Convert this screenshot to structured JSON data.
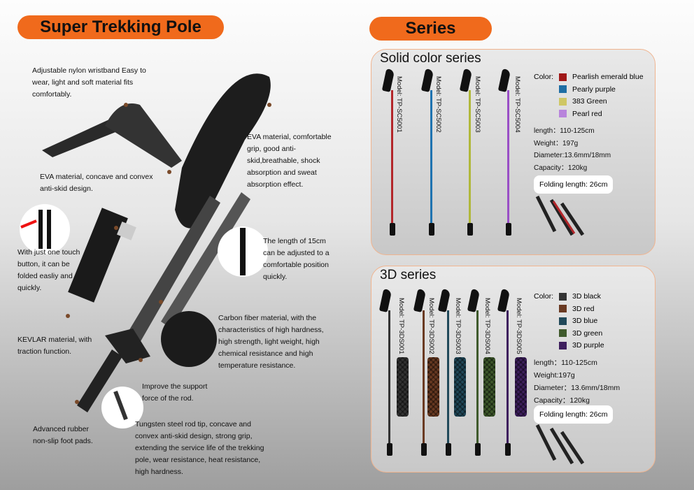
{
  "left": {
    "title": "Super Trekking Pole",
    "notes": [
      "Adjustable nylon wristband Easy to wear, light and soft material fits comfortably.",
      "EVA material, comfortable grip, good anti-skid,breathable, shock absorption and sweat absorption effect.",
      "EVA material, concave and convex anti-skid design.",
      "With just one touch button, it can be folded easliy and quickly.",
      "The length of 15cm can be adjusted to a comfortable position quickly.",
      "KEVLAR material, with traction function.",
      "Carbon fiber material, with the characteristics of high hardness, high strength, light weight, high chemical resistance and high temperature resistance.",
      "Improve the support force of the rod.",
      "Advanced rubber non-slip foot pads.",
      "Tungsten steel rod tip, concave and convex anti-skid design, strong grip, extending the service life of the trekking pole, wear resistance, heat resistance, high hardness."
    ]
  },
  "right": {
    "title": "Series",
    "solid": {
      "title": "Solid color series",
      "models": [
        "Model: TP-SC5001",
        "Model: TP-SC5002",
        "Model: TP-SC5003",
        "Model: TP-SC5004"
      ],
      "pole_colors": [
        "#b3262a",
        "#1f73b0",
        "#b0b83a",
        "#9a4fc6"
      ],
      "color_label": "Color:",
      "colors": [
        {
          "name": "Pearlish emerald blue",
          "hex": "#a01818"
        },
        {
          "name": "Pearly purple",
          "hex": "#1e6ea4"
        },
        {
          "name": "383 Green",
          "hex": "#cfc765"
        },
        {
          "name": "Pearl red",
          "hex": "#b884dc"
        }
      ],
      "specs": [
        "length：110-125cm",
        "Weight：197g",
        "Diameter:13.6mm/18mm",
        "Capacity：120kg"
      ],
      "folding": "Folding length: 26cm"
    },
    "three_d": {
      "title": "3D series",
      "models": [
        "Model: TP-3DS001",
        "Model: TP-3DS002",
        "Model: TP-3DS003",
        "Model: TP-3DS004",
        "Model: TP-3DS005"
      ],
      "color_label": "Color:",
      "colors": [
        {
          "name": "3D black",
          "hex": "#333333"
        },
        {
          "name": "3D  red",
          "hex": "#6a3a22"
        },
        {
          "name": "3D blue",
          "hex": "#21495a"
        },
        {
          "name": "3D  green",
          "hex": "#3f5a2c"
        },
        {
          "name": "3D purple",
          "hex": "#3e1f5e"
        }
      ],
      "specs": [
        "length：110-125cm",
        "Weight:197g",
        "Diameter：13.6mm/18mm",
        "Capacity：120kg"
      ],
      "folding": "Folding length: 26cm"
    }
  }
}
